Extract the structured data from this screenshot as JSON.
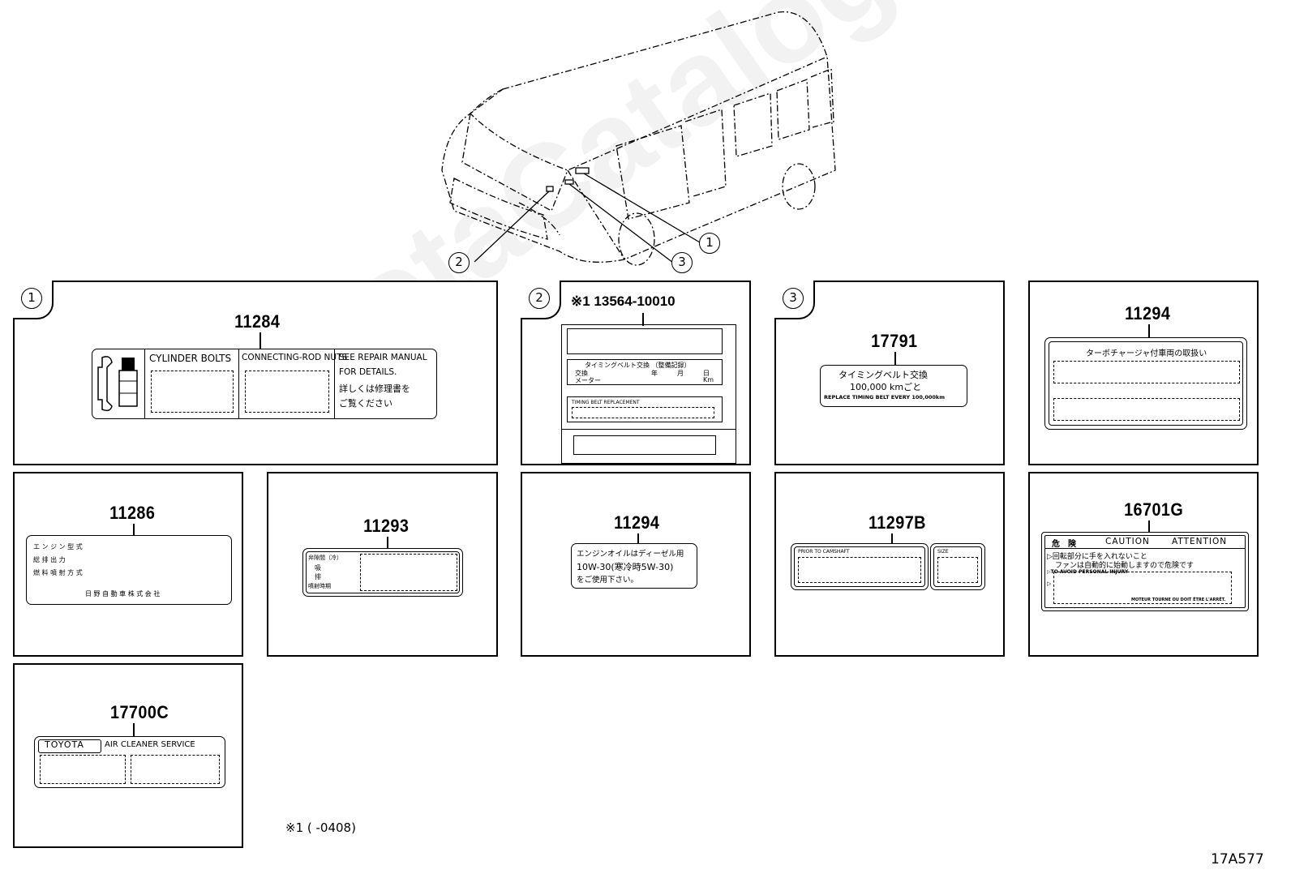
{
  "watermark": "toyotaCatalog.ru",
  "callouts": [
    "1",
    "2",
    "3"
  ],
  "panels": {
    "p1": {
      "circle": "1",
      "part": "11284",
      "texts": [
        "CYLINDER BOLTS",
        "CONNECTING-ROD NUTS",
        "SEE REPAIR MANUAL",
        "FOR DETAILS.",
        "詳しくは修理書を",
        "ご覧ください"
      ]
    },
    "p2": {
      "circle": "2",
      "header": "※1 13564-10010",
      "texts": [
        "タイミングベルト交換 （整備記録）",
        "交換",
        "年",
        "月",
        "日",
        "メーター",
        "Km",
        "TIMING BELT REPLACEMENT"
      ]
    },
    "p3": {
      "circle": "3",
      "part": "17791",
      "texts": [
        "タイミングベルト交換",
        "100,000 kmごと",
        "REPLACE TIMING BELT EVERY 100,000km"
      ]
    },
    "p4": {
      "part": "11294",
      "texts": [
        "ターボチャージャ付車両の取扱い"
      ]
    },
    "p5": {
      "part": "11286",
      "texts": [
        "エ ン ジ ン 型 式",
        "総 排 出 力",
        "燃 料 噴 射 方 式",
        "日 野 自 動 車 株 式 会 社"
      ]
    },
    "p6": {
      "part": "11293",
      "texts": [
        "弁隙間（冷）",
        "吸",
        "排",
        "噴射時期"
      ]
    },
    "p7": {
      "part": "11294",
      "texts": [
        "エンジンオイルはディーゼル用",
        "10W-30(寒冷時5W-30)",
        "をご使用下さい。"
      ]
    },
    "p8": {
      "part": "11297B",
      "texts": [
        "PRIOR TO CAMSHAFT",
        "SIZE"
      ]
    },
    "p9": {
      "part": "16701G",
      "texts": [
        "危　険",
        "CAUTION",
        "ATTENTION",
        "▷回転部分に手を入れないこと",
        "ファンは自動的に始動しますので危険です",
        "▷TO AVOID PERSONAL INJURY",
        "▷",
        "MOTEUR TOURNE OU DOIT ÊTRE L'ARRÊT."
      ]
    },
    "p10": {
      "part": "17700C",
      "texts": [
        "TOYOTA",
        "AIR CLEANER SERVICE"
      ]
    }
  },
  "footnote": "※1 (        -0408)",
  "diagram_code": "17A577"
}
